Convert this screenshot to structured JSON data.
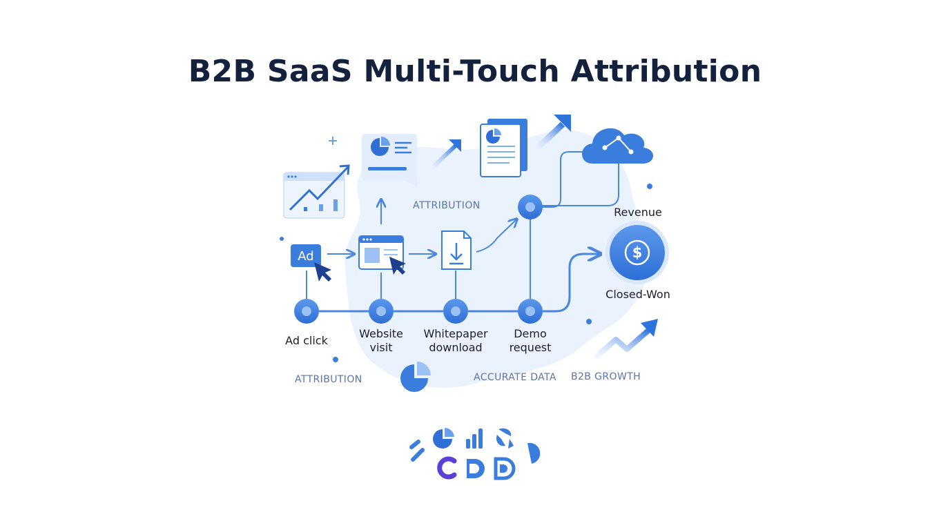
{
  "title": "B2B SaaS Multi-Touch Attribution",
  "stages": [
    {
      "label_line1": "Ad click",
      "label_line2": ""
    },
    {
      "label_line1": "Website",
      "label_line2": "visit"
    },
    {
      "label_line1": "Whitepaper",
      "label_line2": "download"
    },
    {
      "label_line1": "Demo",
      "label_line2": "request"
    }
  ],
  "outcome": {
    "top_label": "Revenue",
    "bottom_label": "Closed-Won"
  },
  "ad_badge": "Ad",
  "tags": {
    "attribution_top": "ATTRIBUTION",
    "attribution_bottom": "ATTRIBUTION",
    "accurate_data": "ACCURATE DATA",
    "b2b_growth": "B2B GROWTH"
  },
  "colors": {
    "primary": "#3b7ddd",
    "primary_dark": "#2a63c4",
    "blob": "#eaf2fd",
    "title": "#14213d",
    "tag": "#5b74a6"
  }
}
